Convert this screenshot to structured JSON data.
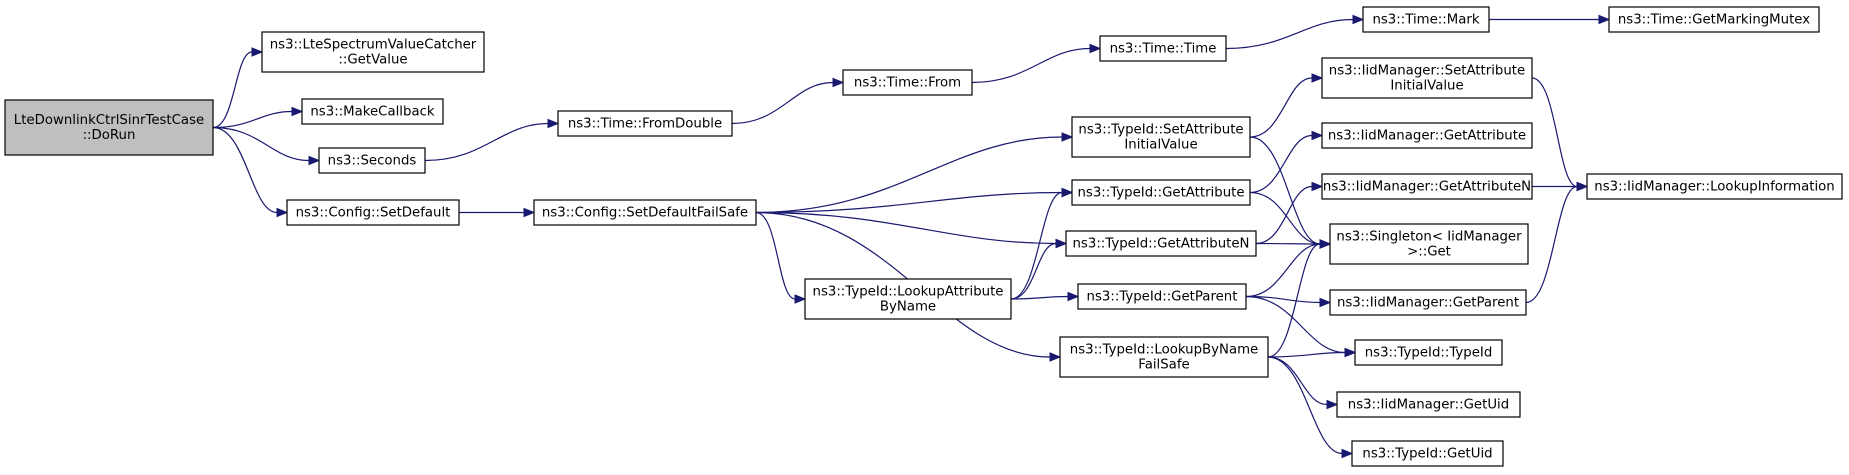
{
  "graph": {
    "nodes": [
      {
        "id": "root",
        "lines": [
          "LteDownlinkCtrlSinrTestCase",
          "::DoRun"
        ],
        "highlight": true
      },
      {
        "id": "ltespec",
        "lines": [
          "ns3::LteSpectrumValueCatcher",
          "::GetValue"
        ]
      },
      {
        "id": "makecb",
        "lines": [
          "ns3::MakeCallback"
        ]
      },
      {
        "id": "seconds",
        "lines": [
          "ns3::Seconds"
        ]
      },
      {
        "id": "cfgsetdef",
        "lines": [
          "ns3::Config::SetDefault"
        ]
      },
      {
        "id": "fromdouble",
        "lines": [
          "ns3::Time::FromDouble"
        ]
      },
      {
        "id": "cfgsetdeffs",
        "lines": [
          "ns3::Config::SetDefaultFailSafe"
        ]
      },
      {
        "id": "timefrom",
        "lines": [
          "ns3::Time::From"
        ]
      },
      {
        "id": "timetime",
        "lines": [
          "ns3::Time::Time"
        ]
      },
      {
        "id": "timemark",
        "lines": [
          "ns3::Time::Mark"
        ]
      },
      {
        "id": "getmarkmutex",
        "lines": [
          "ns3::Time::GetMarkingMutex"
        ]
      },
      {
        "id": "tidsetattr",
        "lines": [
          "ns3::TypeId::SetAttribute",
          "InitialValue"
        ]
      },
      {
        "id": "tidgetattr",
        "lines": [
          "ns3::TypeId::GetAttribute"
        ]
      },
      {
        "id": "tidgetattrn",
        "lines": [
          "ns3::TypeId::GetAttributeN"
        ]
      },
      {
        "id": "tidlookupattr",
        "lines": [
          "ns3::TypeId::LookupAttribute",
          "ByName"
        ]
      },
      {
        "id": "tidgetparent",
        "lines": [
          "ns3::TypeId::GetParent"
        ]
      },
      {
        "id": "tidlookupname",
        "lines": [
          "ns3::TypeId::LookupByName",
          "FailSafe"
        ]
      },
      {
        "id": "iidsetattr",
        "lines": [
          "ns3::IidManager::SetAttribute",
          "InitialValue"
        ]
      },
      {
        "id": "iidgetattr",
        "lines": [
          "ns3::IidManager::GetAttribute"
        ]
      },
      {
        "id": "iidgetattrn",
        "lines": [
          "ns3::IidManager::GetAttributeN"
        ]
      },
      {
        "id": "singleton",
        "lines": [
          "ns3::Singleton< IidManager",
          ">::Get"
        ]
      },
      {
        "id": "iidgetparent",
        "lines": [
          "ns3::IidManager::GetParent"
        ]
      },
      {
        "id": "tidtypeid",
        "lines": [
          "ns3::TypeId::TypeId"
        ]
      },
      {
        "id": "iidgetuid",
        "lines": [
          "ns3::IidManager::GetUid"
        ]
      },
      {
        "id": "tidgetuid",
        "lines": [
          "ns3::TypeId::GetUid"
        ]
      },
      {
        "id": "iidlookupinfo",
        "lines": [
          "ns3::IidManager::LookupInformation"
        ]
      }
    ],
    "edges": [
      [
        "root",
        "ltespec"
      ],
      [
        "root",
        "makecb"
      ],
      [
        "root",
        "seconds"
      ],
      [
        "root",
        "cfgsetdef"
      ],
      [
        "seconds",
        "fromdouble"
      ],
      [
        "cfgsetdef",
        "cfgsetdeffs"
      ],
      [
        "fromdouble",
        "timefrom"
      ],
      [
        "timefrom",
        "timetime"
      ],
      [
        "timetime",
        "timemark"
      ],
      [
        "timemark",
        "getmarkmutex"
      ],
      [
        "cfgsetdeffs",
        "tidsetattr"
      ],
      [
        "cfgsetdeffs",
        "tidgetattr"
      ],
      [
        "cfgsetdeffs",
        "tidgetattrn"
      ],
      [
        "cfgsetdeffs",
        "tidlookupattr"
      ],
      [
        "cfgsetdeffs",
        "tidlookupname"
      ],
      [
        "tidsetattr",
        "iidsetattr"
      ],
      [
        "tidsetattr",
        "singleton"
      ],
      [
        "tidgetattr",
        "iidgetattr"
      ],
      [
        "tidgetattr",
        "singleton"
      ],
      [
        "tidgetattrn",
        "iidgetattrn"
      ],
      [
        "tidgetattrn",
        "singleton"
      ],
      [
        "tidlookupattr",
        "tidgetattr"
      ],
      [
        "tidlookupattr",
        "tidgetattrn"
      ],
      [
        "tidlookupattr",
        "tidgetparent"
      ],
      [
        "tidgetparent",
        "singleton"
      ],
      [
        "tidgetparent",
        "iidgetparent"
      ],
      [
        "tidgetparent",
        "tidtypeid"
      ],
      [
        "tidlookupname",
        "singleton"
      ],
      [
        "tidlookupname",
        "tidtypeid"
      ],
      [
        "tidlookupname",
        "iidgetuid"
      ],
      [
        "tidlookupname",
        "tidgetuid"
      ],
      [
        "iidsetattr",
        "iidlookupinfo"
      ],
      [
        "iidgetattrn",
        "iidlookupinfo"
      ],
      [
        "iidgetparent",
        "iidlookupinfo"
      ]
    ]
  }
}
